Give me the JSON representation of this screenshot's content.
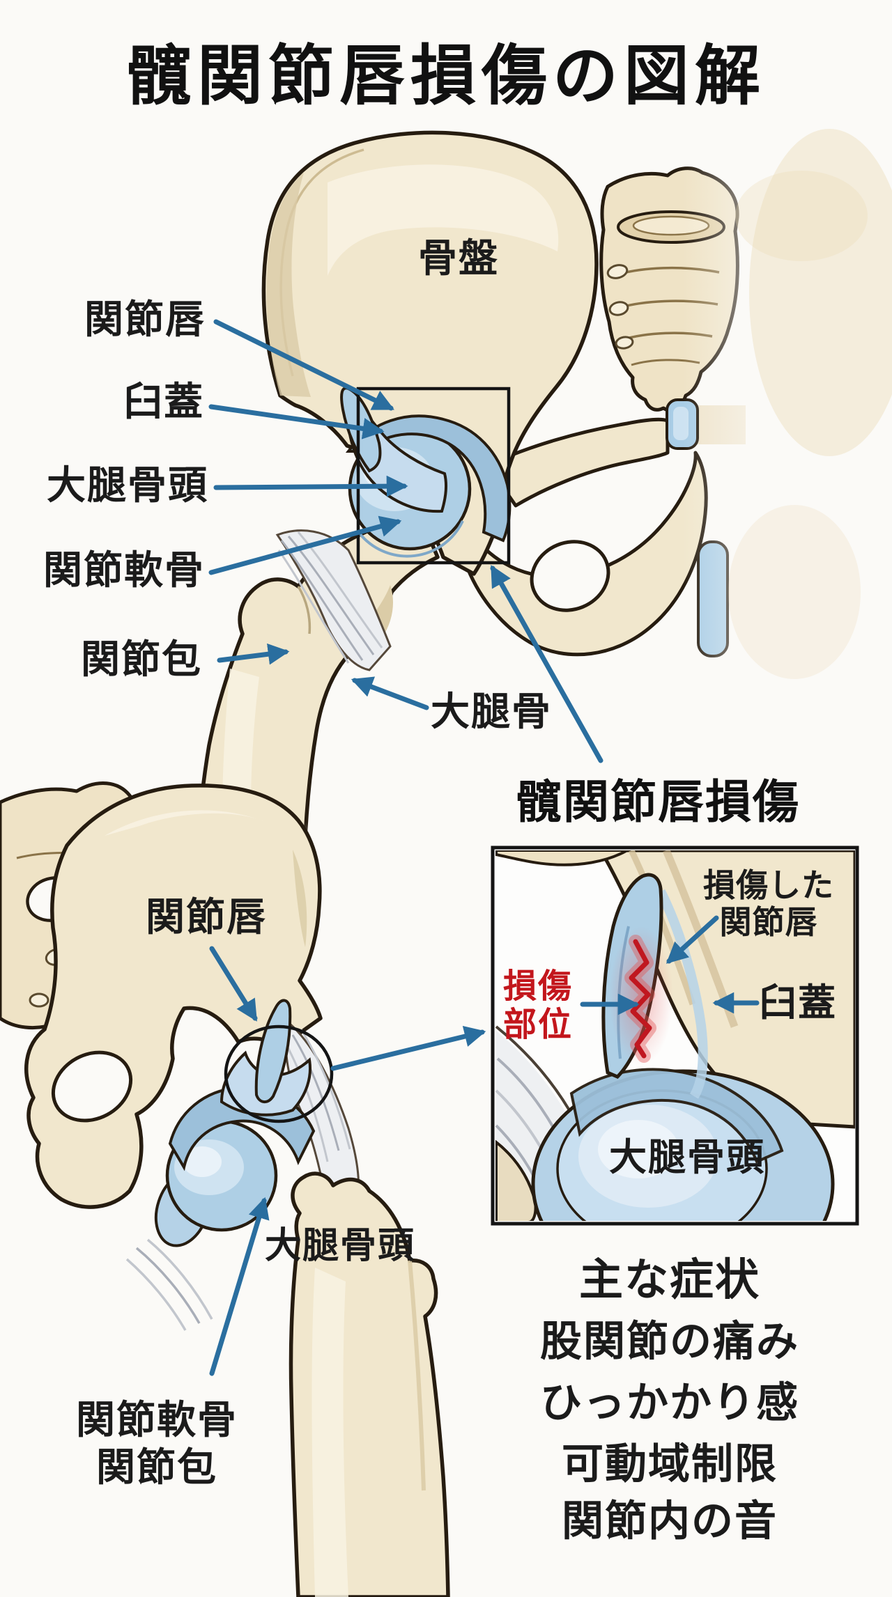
{
  "page": {
    "title": "髖関節唇損傷の図解",
    "background": "#fbfaf7"
  },
  "top_diagram": {
    "labels": {
      "pelvis": "骨盤",
      "labrum": "関節唇",
      "acetabulum": "臼蓋",
      "femoral_head": "大腿骨頭",
      "articular_cartilage": "関節軟骨",
      "joint_capsule": "関節包",
      "femur": "大腿骨"
    }
  },
  "detail": {
    "title": "髖関節唇損傷",
    "labels": {
      "damaged_labrum_1": "損傷した",
      "damaged_labrum_2": "関節唇",
      "damage_site_1": "損傷",
      "damage_site_2": "部位",
      "acetabulum": "臼蓋",
      "femoral_head": "大腿骨頭"
    }
  },
  "bottom_diagram": {
    "labels": {
      "labrum": "関節唇",
      "femoral_head": "大腿骨頭",
      "articular_cartilage": "関節軟骨",
      "joint_capsule": "関節包"
    }
  },
  "symptoms": {
    "heading": "主な症状",
    "items": [
      "股関節の痛み",
      "ひっかかり感",
      "可動域制限",
      "関節内の音"
    ]
  },
  "colors": {
    "bone": "#f1e7cd",
    "bone_highlight": "#f8f2e2",
    "bone_shadow": "#dbcca7",
    "outline": "#261c10",
    "cartilage": "#aecfe5",
    "cartilage_light": "#d9e9f4",
    "capsule_fiber": "#a9aeb8",
    "arrow": "#2a6e9f",
    "damage_red": "#c3161c",
    "text": "#1b1b1b"
  }
}
